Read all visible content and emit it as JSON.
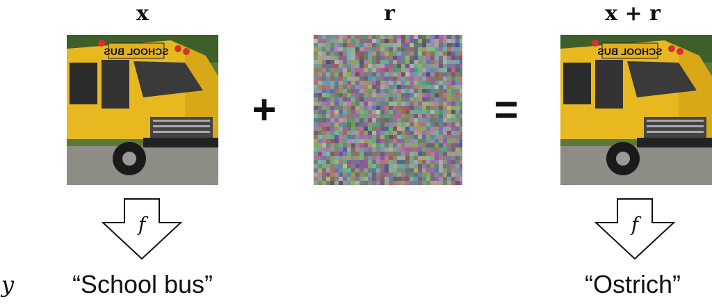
{
  "headers": {
    "x": "x",
    "r": "r",
    "x_plus_r": "x + r"
  },
  "operators": {
    "plus": "+",
    "equals": "="
  },
  "function_symbol": "f",
  "y_symbol": "y",
  "outputs": {
    "left": "“School bus”",
    "right": "“Ostrich”"
  },
  "colors": {
    "bus_yellow": "#e8b820",
    "noise_gray": "#8a8a8a",
    "ink": "#111111"
  },
  "icons": [
    "school-bus-image",
    "noise-image",
    "down-arrow-icon"
  ]
}
